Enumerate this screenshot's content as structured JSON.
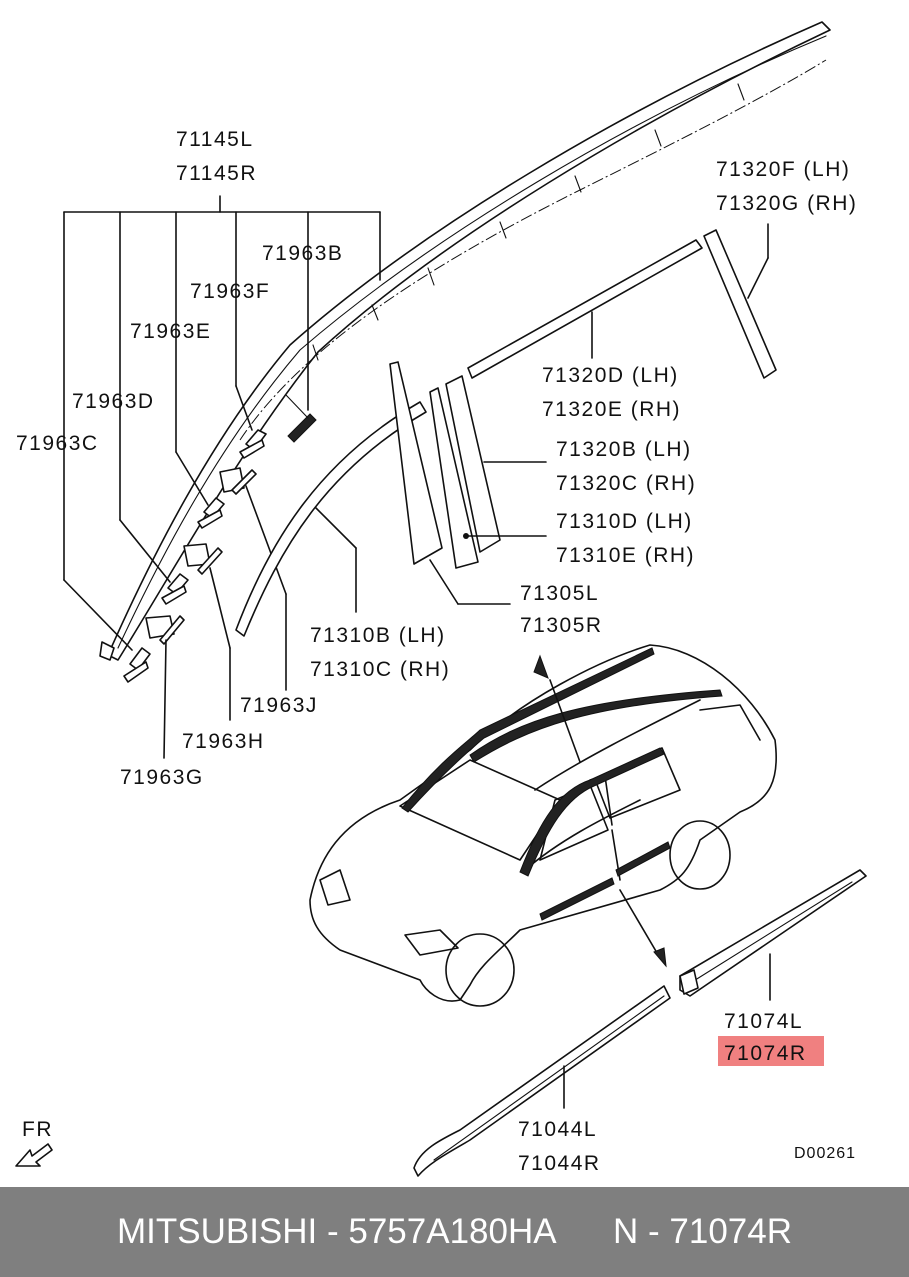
{
  "labels": {
    "l71145L": "71145L",
    "l71145R": "71145R",
    "l71963B": "71963B",
    "l71963F": "71963F",
    "l71963E": "71963E",
    "l71963D": "71963D",
    "l71963C": "71963C",
    "l71963J": "71963J",
    "l71963H": "71963H",
    "l71963G": "71963G",
    "l71320F": "71320F (LH)",
    "l71320G": "71320G (RH)",
    "l71320D": "71320D (LH)",
    "l71320E": "71320E (RH)",
    "l71320B": "71320B (LH)",
    "l71320C": "71320C (RH)",
    "l71310D": "71310D (LH)",
    "l71310E": "71310E (RH)",
    "l71305L": "71305L",
    "l71305R": "71305R",
    "l71310B": "71310B (LH)",
    "l71310C": "71310C (RH)",
    "l71074L": "71074L",
    "l71074R": "71074R",
    "l71044L": "71044L",
    "l71044R": "71044R",
    "fr": "FR",
    "code": "D00261"
  },
  "highlight_color": "#f08080",
  "footer": {
    "text": "MITSUBISHI - 5757A180HA      N - 71074R",
    "bg_color": "#7f7f7f"
  }
}
